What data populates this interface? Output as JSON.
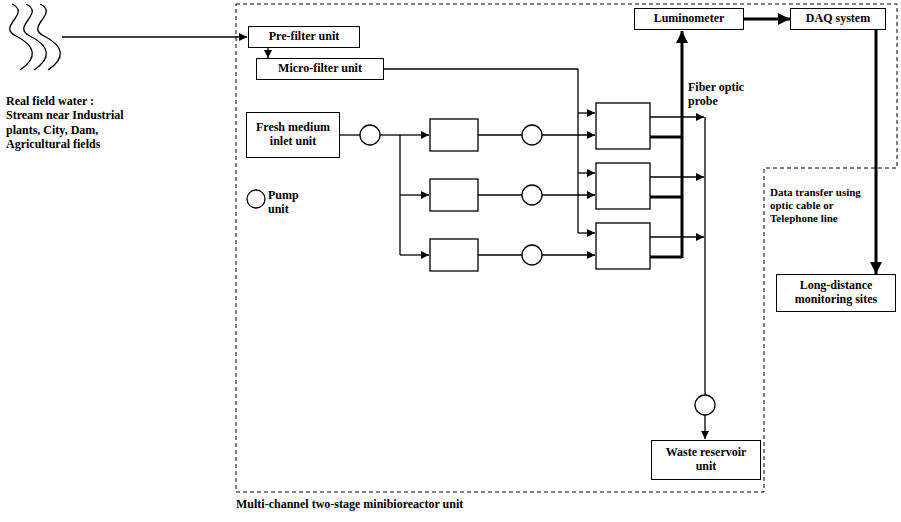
{
  "diagram": {
    "caption": "Multi-channel two-stage minibioreactor unit",
    "nodes": [
      {
        "text": [
          "Pre-filter unit"
        ]
      },
      {
        "text": [
          "Luminometer"
        ]
      },
      {
        "text": [
          "DAQ system"
        ]
      },
      {
        "text": [
          "Micro-filter unit"
        ]
      },
      {
        "text": [
          "Fresh medium inlet unit"
        ]
      },
      {
        "text": [
          "Long-distance monitoring sites"
        ]
      },
      {
        "text": [
          "Waste reservoir unit"
        ]
      }
    ],
    "edges": [
      {
        "from": 0,
        "to": 3,
        "arrow": "to"
      },
      {
        "from": 1,
        "to": 2,
        "arrow": "to"
      },
      {
        "from": 2,
        "to": 5,
        "arrow": "to"
      }
    ],
    "labels": [
      "Real field water : Stream near Industrial plants, City, Dam, Agricultural fields",
      "Fiber optic probe",
      "Data transfer using optic cable or Telephone line"
    ],
    "legend": [
      {
        "text": "Pump unit"
      }
    ]
  }
}
